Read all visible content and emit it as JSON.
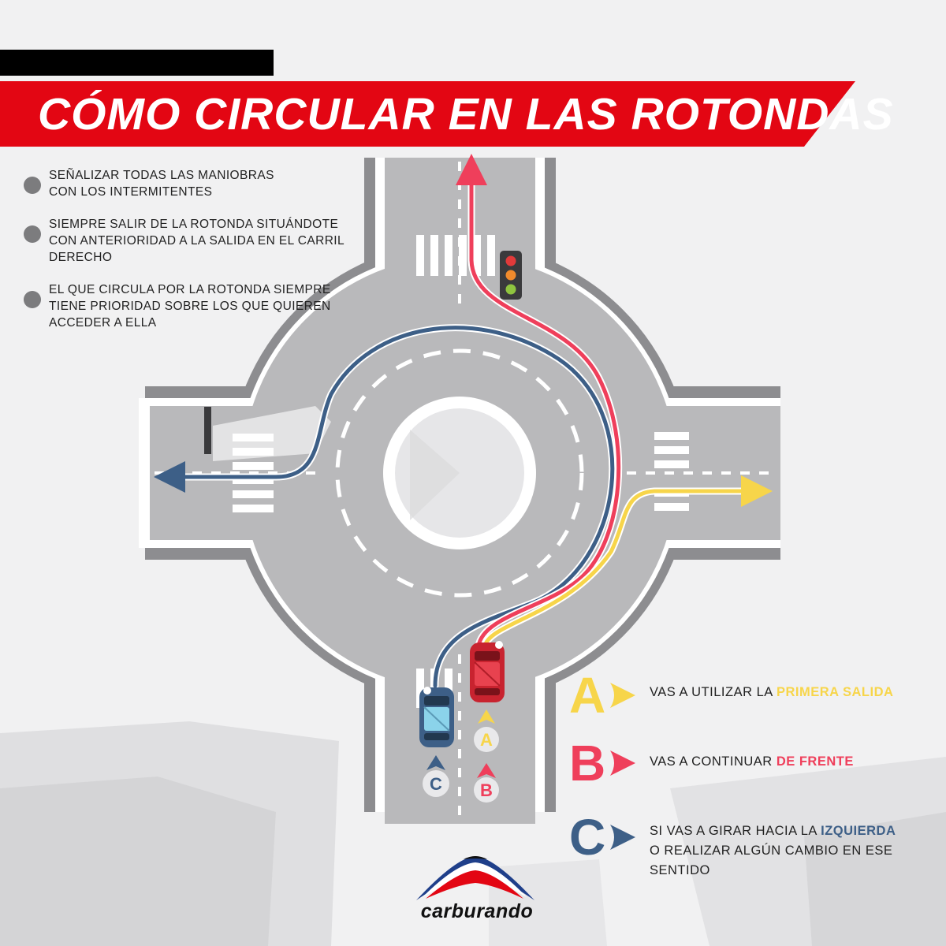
{
  "title": "CÓMO CIRCULAR EN LAS ROTONDAS",
  "colors": {
    "accent_red": "#e30613",
    "exit_a_yellow": "#f7d54a",
    "exit_b_red": "#ef3f5b",
    "exit_c_blue": "#3d5f87",
    "road": "#b9b9bb",
    "curb": "#8d8d90",
    "background": "#f1f1f2"
  },
  "tips": [
    {
      "text": "SEÑALIZAR TODAS LAS MANIOBRAS\nCON LOS INTERMITENTES"
    },
    {
      "text": "SIEMPRE SALIR DE LA ROTONDA SITUÁNDOTE\nCON ANTERIORIDAD A LA SALIDA EN EL CARRIL\nDERECHO"
    },
    {
      "text": "EL QUE CIRCULA POR LA ROTONDA SIEMPRE\nTIENE PRIORIDAD SOBRE LOS QUE QUIEREN\nACCEDER A ELLA"
    }
  ],
  "legend": [
    {
      "letter": "A",
      "text": "VAS A UTILIZAR LA ",
      "highlight": "PRIMERA SALIDA",
      "text_after": "",
      "color": "#f7d54a"
    },
    {
      "letter": "B",
      "text": "VAS A CONTINUAR ",
      "highlight": "DE FRENTE",
      "text_after": "",
      "color": "#ef3f5b"
    },
    {
      "letter": "C",
      "text": "SI VAS A GIRAR HACIA LA ",
      "highlight": "IZQUIERDA",
      "text_after": " O REALIZAR ALGÚN CAMBIO EN ESE SENTIDO",
      "color": "#3d5f87"
    }
  ],
  "lane_markers": [
    {
      "letter": "A",
      "color": "#f7d54a"
    },
    {
      "letter": "B",
      "color": "#ef3f5b"
    },
    {
      "letter": "C",
      "color": "#3d5f87"
    }
  ],
  "icons": {
    "traffic_light": "traffic-light-icon",
    "blue_car": "car-icon",
    "red_car": "car-icon"
  },
  "brand": {
    "name": "carburando"
  }
}
